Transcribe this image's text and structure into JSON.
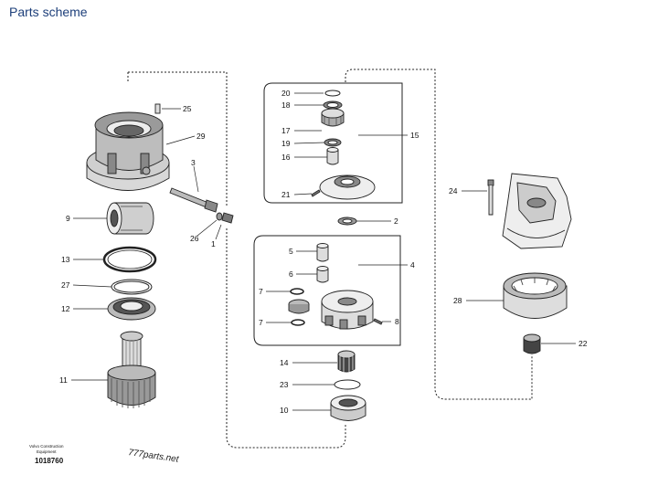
{
  "title": "Parts scheme",
  "watermark": "777parts.net",
  "footer": {
    "company": "Volvo Construction",
    "equipment": "Equipment",
    "drawing_number": "1018760"
  },
  "part_labels": {
    "p1": "1",
    "p2": "2",
    "p3": "3",
    "p4": "4",
    "p5": "5",
    "p6": "6",
    "p7a": "7",
    "p7b": "7",
    "p8": "8",
    "p9": "9",
    "p10": "10",
    "p11": "11",
    "p12": "12",
    "p13": "13",
    "p14": "14",
    "p15": "15",
    "p16": "16",
    "p17": "17",
    "p18": "18",
    "p19": "19",
    "p20": "20",
    "p21": "21",
    "p22": "22",
    "p23": "23",
    "p24": "24",
    "p25": "25",
    "p26": "26",
    "p27": "27",
    "p28": "28",
    "p29": "29"
  }
}
